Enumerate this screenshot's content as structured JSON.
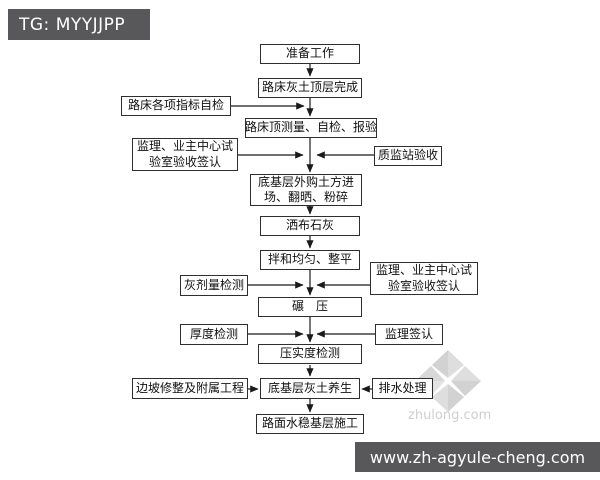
{
  "header": {
    "tag_label": "TG: MYYJJPP"
  },
  "footer": {
    "url_label": "www.zh-agyule-cheng.com"
  },
  "watermark": {
    "site_label": "zhulong.com"
  },
  "colors": {
    "banner_bg": "#58585a",
    "banner_text": "#ffffff",
    "box_border": "#2e2e2e",
    "connector_line": "#1a1a1a",
    "watermark_gray": "#d6d6d6",
    "page_bg": "#ffffff"
  },
  "flowchart": {
    "main_steps": [
      {
        "label": "准备工作"
      },
      {
        "label": "路床灰土顶层完成"
      },
      {
        "label": "路床顶测量、自检、报验"
      },
      {
        "label": "底基层外购土方进场、翻晒、粉碎"
      },
      {
        "label": "洒布石灰"
      },
      {
        "label": "拌和均匀、整平"
      },
      {
        "label": "碾　压"
      },
      {
        "label": "压实度检测"
      },
      {
        "label": "底基层灰土养生"
      },
      {
        "label": "路面水稳基层施工"
      }
    ],
    "side_steps": [
      {
        "label": "路床各项指标自检"
      },
      {
        "label": "监理、业主中心试验室验收签认"
      },
      {
        "label": "质监站验收"
      },
      {
        "label": "灰剂量检测"
      },
      {
        "label": "监理、业主中心试验室验收签认"
      },
      {
        "label": "厚度检测"
      },
      {
        "label": "监理签认"
      },
      {
        "label": "边坡修整及附属工程"
      },
      {
        "label": "排水处理"
      }
    ]
  }
}
